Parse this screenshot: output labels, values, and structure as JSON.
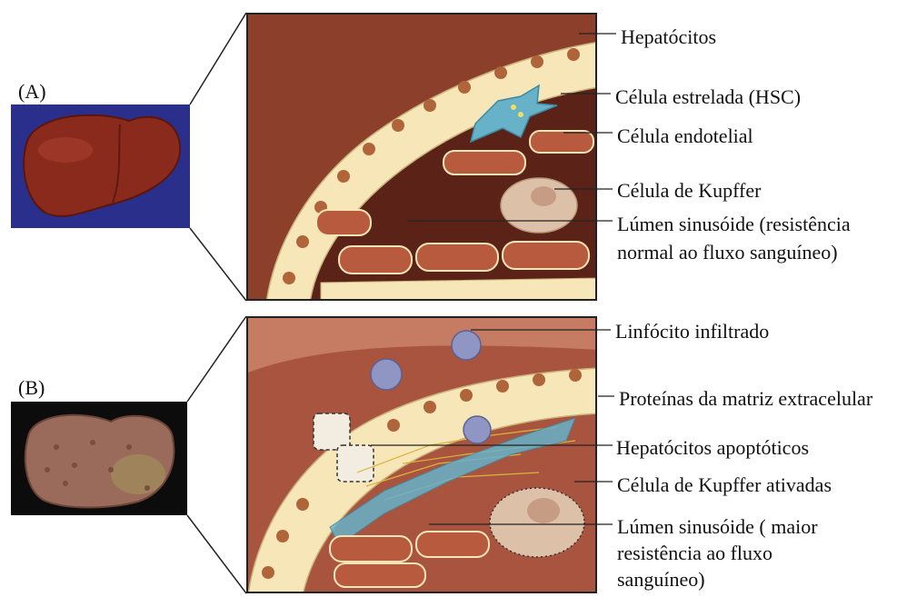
{
  "panel_a": {
    "label": "(A)",
    "thumb_bg": "#2b2f8c",
    "liver_color": "#8a2a1c",
    "callouts": [
      "Hepatócitos",
      "Célula estrelada (HSC)",
      "Célula endotelial",
      "Célula de Kupffer",
      "Lúmen sinusóide (resistência",
      "normal ao fluxo sanguíneo)"
    ]
  },
  "panel_b": {
    "label": "(B)",
    "thumb_bg": "#0c0c0c",
    "liver_color": "#9a6a5a",
    "callouts": [
      "Linfócito infiltrado",
      "Proteínas da matriz extracelular",
      "Hepatócitos apoptóticos",
      "Célula de Kupffer ativadas",
      "Lúmen sinusóide ( maior",
      "resistência ao fluxo",
      "sanguíneo)"
    ]
  },
  "colors": {
    "hepatocyte": "#f6e6b8",
    "hepatocyte_edge": "#c9b17a",
    "nucleus": "#b0643a",
    "tissue": "#9c4a32",
    "endothelial": "#7a2a1e",
    "stellate": "#67b2c9",
    "kupffer": "#dcc1a8",
    "lymphocyte": "#8f96c4",
    "ecm_fiber": "#d9b43c"
  }
}
